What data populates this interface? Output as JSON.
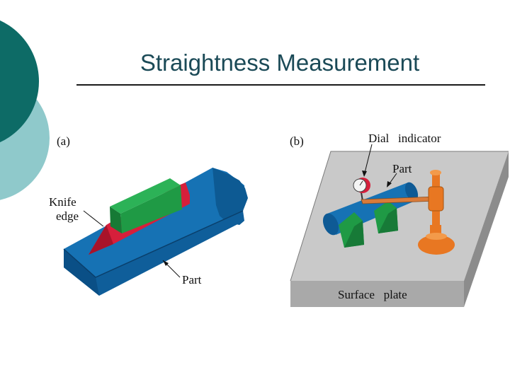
{
  "slide": {
    "title": "Straightness Measurement"
  },
  "figure_a": {
    "panel_label": "(a)",
    "knife_edge_line1": "Knife",
    "knife_edge_line2": "edge",
    "part_label": "Part"
  },
  "figure_b": {
    "panel_label": "(b)",
    "dial_indicator_label": "Dial   indicator",
    "part_label": "Part",
    "surface_plate_label": "Surface   plate"
  },
  "colors": {
    "deco_dark_teal": "#0d6b66",
    "deco_light_teal": "#8fc9cb",
    "part_blue": "#0f5e9a",
    "knife_red": "#d61f3b",
    "block_green": "#1f9a45",
    "stand_orange": "#e87722",
    "plate_gray": "#bdbdbd"
  }
}
